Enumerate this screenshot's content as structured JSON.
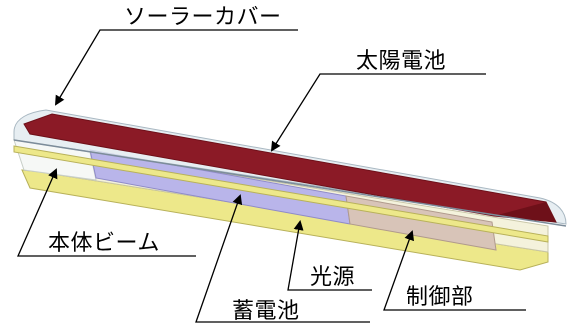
{
  "labels": {
    "solar_cover": "ソーラーカバー",
    "solar_panel": "太陽電池",
    "body_beam": "本体ビーム",
    "light_source": "光源",
    "storage_battery": "蓄電池",
    "control_unit": "制御部"
  },
  "colors": {
    "solar_panel": "#8b1a26",
    "solar_panel_dark": "#6e1019",
    "body_beam": "#ede88a",
    "beam_outline": "#b8b15a",
    "storage_battery": "#b9b5ea",
    "control_unit": "#d8c4b8",
    "cover": "#dfe8ee",
    "leader_line": "#000000"
  }
}
